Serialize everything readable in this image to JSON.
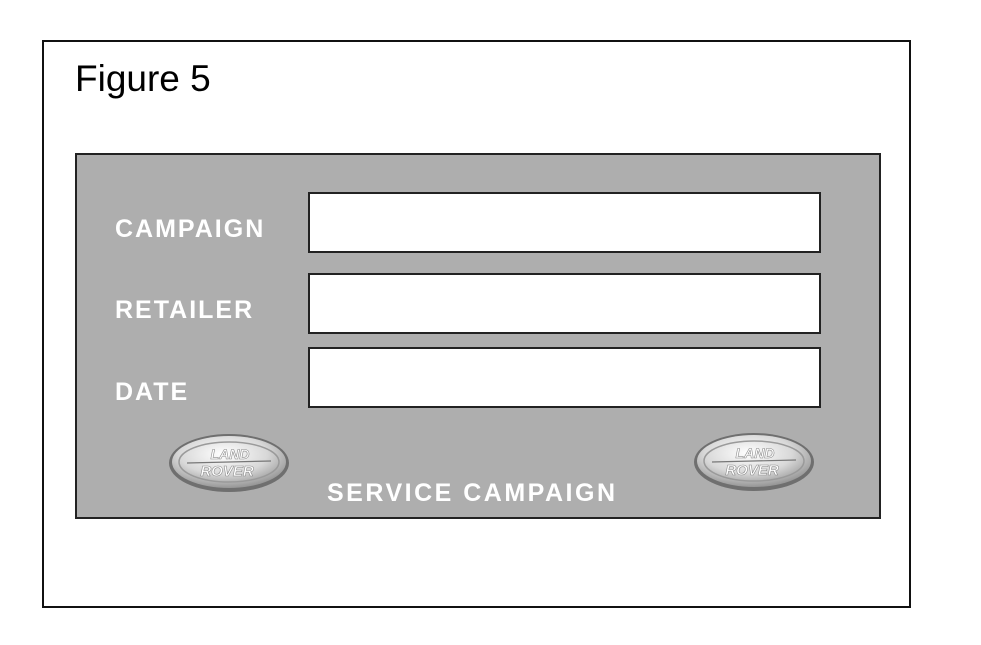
{
  "figure": {
    "title": "Figure 5"
  },
  "label": {
    "fields": [
      {
        "label": "CAMPAIGN",
        "value": ""
      },
      {
        "label": "RETAILER",
        "value": ""
      },
      {
        "label": "DATE",
        "value": ""
      }
    ],
    "footer": "SERVICE CAMPAIGN",
    "logo": {
      "icon": "land-rover-logo-icon",
      "text_top": "LAND",
      "text_bottom": "ROVER"
    }
  },
  "colors": {
    "panel_background": "#aeaeae",
    "label_text": "#ffffff",
    "field_background": "#ffffff",
    "border": "#222222"
  }
}
